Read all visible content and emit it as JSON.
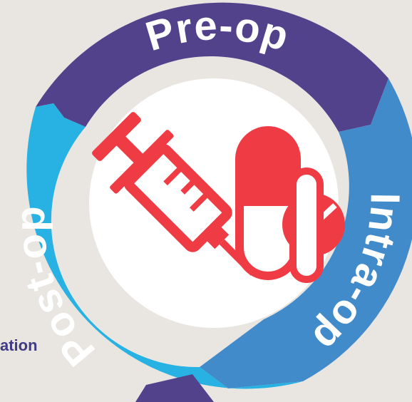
{
  "diagram": {
    "phases": [
      {
        "label": "Pre-op",
        "color": "#52428c"
      },
      {
        "label": "Intra-op",
        "color": "#428bcb"
      },
      {
        "label": "Post-op",
        "color": "#27b2e3"
      }
    ],
    "partial_text": "ation",
    "icons": [
      "syringe-icon",
      "pill-capsule-icon",
      "tablet-icon"
    ],
    "icon_color": "#ef3b44",
    "center_color": "#ffffff",
    "background_color": "#e9e6e1"
  }
}
